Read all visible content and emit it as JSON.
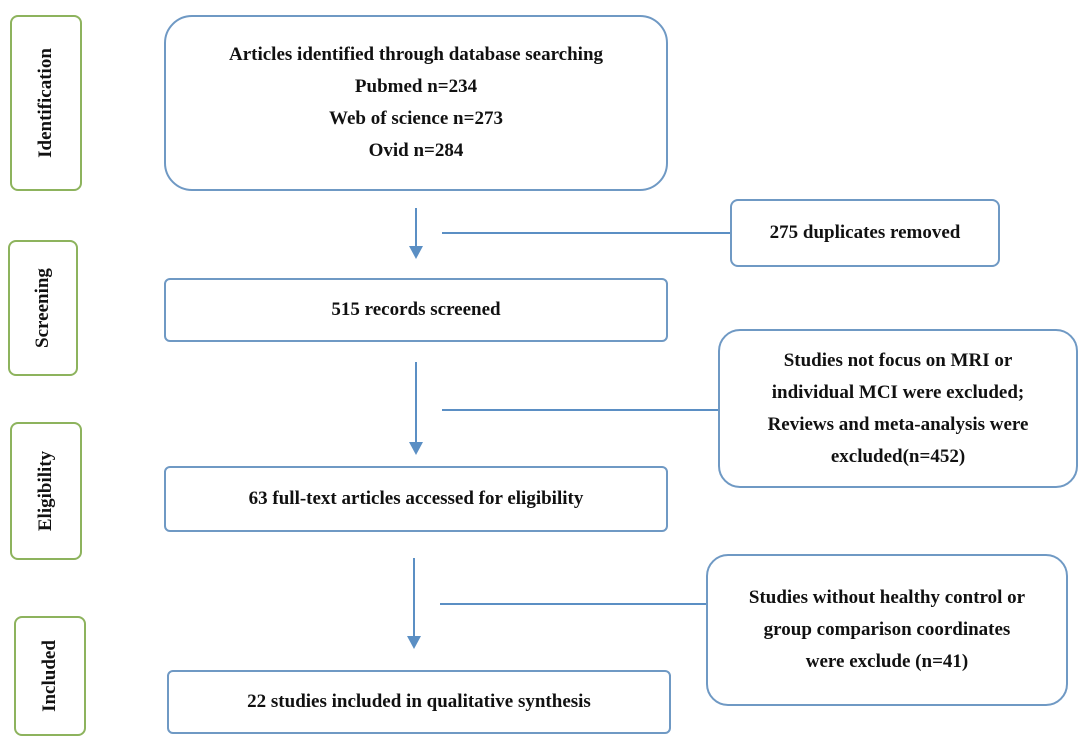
{
  "stages": [
    {
      "id": "identification",
      "label": "Identification"
    },
    {
      "id": "screening",
      "label": "Screening"
    },
    {
      "id": "eligibility",
      "label": "Eligibility"
    },
    {
      "id": "included",
      "label": "Included"
    }
  ],
  "main_boxes": {
    "identification": {
      "lines": [
        "Articles identified through database searching",
        "Pubmed n=234",
        "Web of science n=273",
        "Ovid n=284"
      ]
    },
    "screened": {
      "lines": [
        "515 records screened"
      ]
    },
    "eligibility": {
      "lines": [
        "63 full-text articles accessed for eligibility"
      ]
    },
    "included": {
      "lines": [
        "22 studies included in qualitative synthesis"
      ]
    }
  },
  "side_boxes": {
    "duplicates": {
      "lines": [
        "275 duplicates removed"
      ]
    },
    "excluded_screening": {
      "lines": [
        "Studies not focus on MRI or",
        "individual MCI were excluded;",
        "Reviews and meta-analysis were",
        "excluded(n=452)"
      ]
    },
    "excluded_eligibility": {
      "lines": [
        "Studies without healthy control or",
        "group comparison coordinates",
        "were exclude (n=41)"
      ]
    }
  },
  "colors": {
    "box_border": "#6f99c4",
    "stage_border": "#8db35d",
    "arrow": "#5b8fc4"
  }
}
